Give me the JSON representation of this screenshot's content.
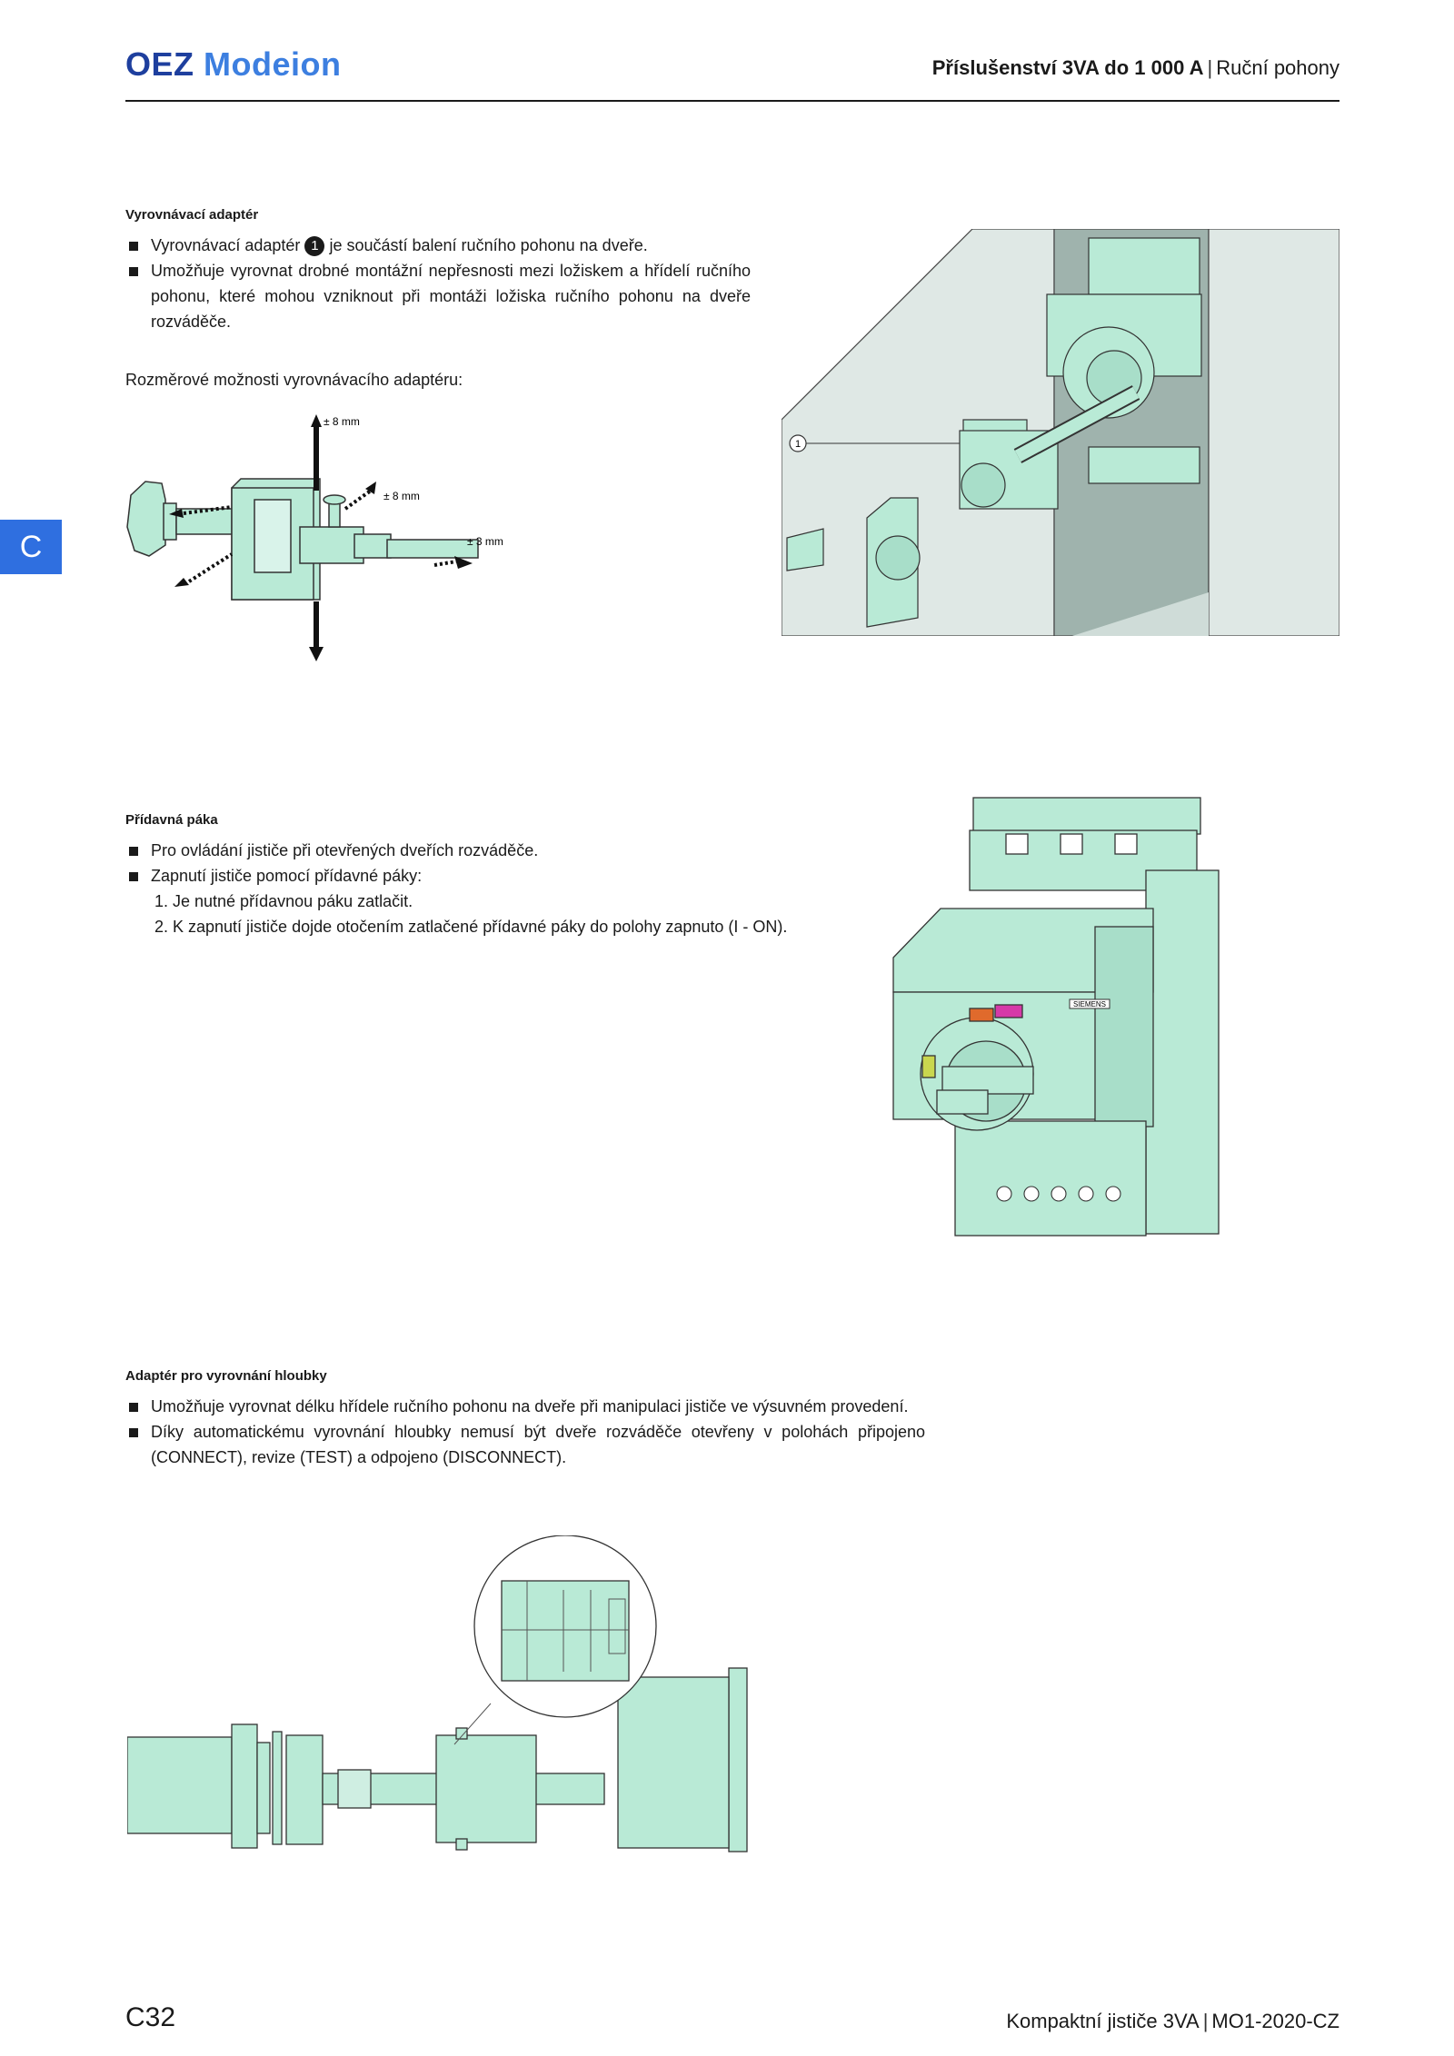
{
  "header": {
    "logo_brand": "OEZ",
    "logo_product": "Modeion",
    "title_bold": "Příslušenství 3VA do 1 000 A",
    "title_rest": "Ruční pohony"
  },
  "side_tab": "C",
  "section1": {
    "title": "Vyrovnávací adaptér",
    "bullet1_pre": "Vyrovnávací adaptér",
    "bullet1_badge": "1",
    "bullet1_post": "je součástí balení ručního pohonu na dveře.",
    "bullet2": "Umožňuje vyrovnat drobné montážní nepřesnosti mezi ložiskem a hřídelí ručního pohonu, které mohou vzniknout při montáži ložiska ručního pohonu na dveře rozváděče.",
    "dim_caption": "Rozměrové možnosti vyrovnávacího adaptéru:",
    "dim_labels": [
      "± 8 mm",
      "± 8 mm",
      "± 3 mm"
    ],
    "callout": "1"
  },
  "section2": {
    "title": "Přídavná páka",
    "bullet1": "Pro ovládání jističe při otevřených dveřích rozváděče.",
    "bullet2": "Zapnutí jističe pomocí přídavné páky:",
    "steps": [
      "Je nutné přídavnou páku zatlačit.",
      "K zapnutí jističe dojde otočením zatlačené přídavné páky do polohy zapnuto (I - ON)."
    ],
    "device_brand": "SIEMENS"
  },
  "section3": {
    "title": "Adaptér pro vyrovnání hloubky",
    "bullet1": "Umožňuje vyrovnat délku hřídele ručního pohonu na dveře při manipulaci jističe ve výsuvném provedení.",
    "bullet2": "Díky automatickému vyrovnání hloubky nemusí být dveře rozváděče otevřeny v polohách připojeno (CONNECT), revize (TEST) a odpojeno (DISCONNECT)."
  },
  "footer": {
    "page": "C32",
    "doc_title": "Kompaktní jističe 3VA",
    "doc_code": "MO1-2020-CZ"
  },
  "colors": {
    "brand_dark": "#1e3f9e",
    "brand_light": "#3d7fe0",
    "tab_blue": "#2f6fe0",
    "device_mint": "#b9ead6",
    "cabinet_grey": "#dce6e2"
  }
}
